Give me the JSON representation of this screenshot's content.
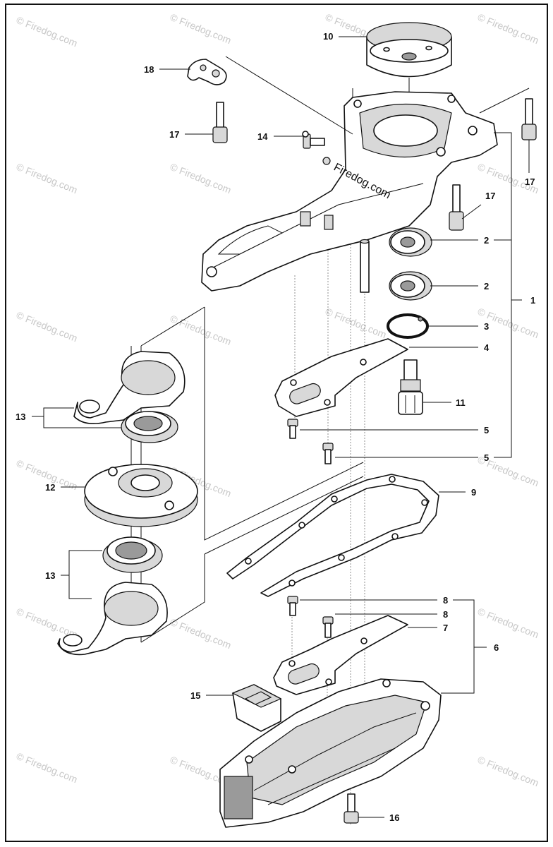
{
  "watermark": "© Firedog.com",
  "brand_text": "Firedog.com",
  "callouts": {
    "c1": "1",
    "c2a": "2",
    "c2b": "2",
    "c3": "3",
    "c4": "4",
    "c5a": "5",
    "c5b": "5",
    "c6": "6",
    "c7": "7",
    "c8a": "8",
    "c8b": "8",
    "c9": "9",
    "c10": "10",
    "c11": "11",
    "c12": "12",
    "c13a": "13",
    "c13b": "13",
    "c14": "14",
    "c15": "15",
    "c16": "16",
    "c17a": "17",
    "c17b": "17",
    "c17c": "17",
    "c18": "18"
  }
}
